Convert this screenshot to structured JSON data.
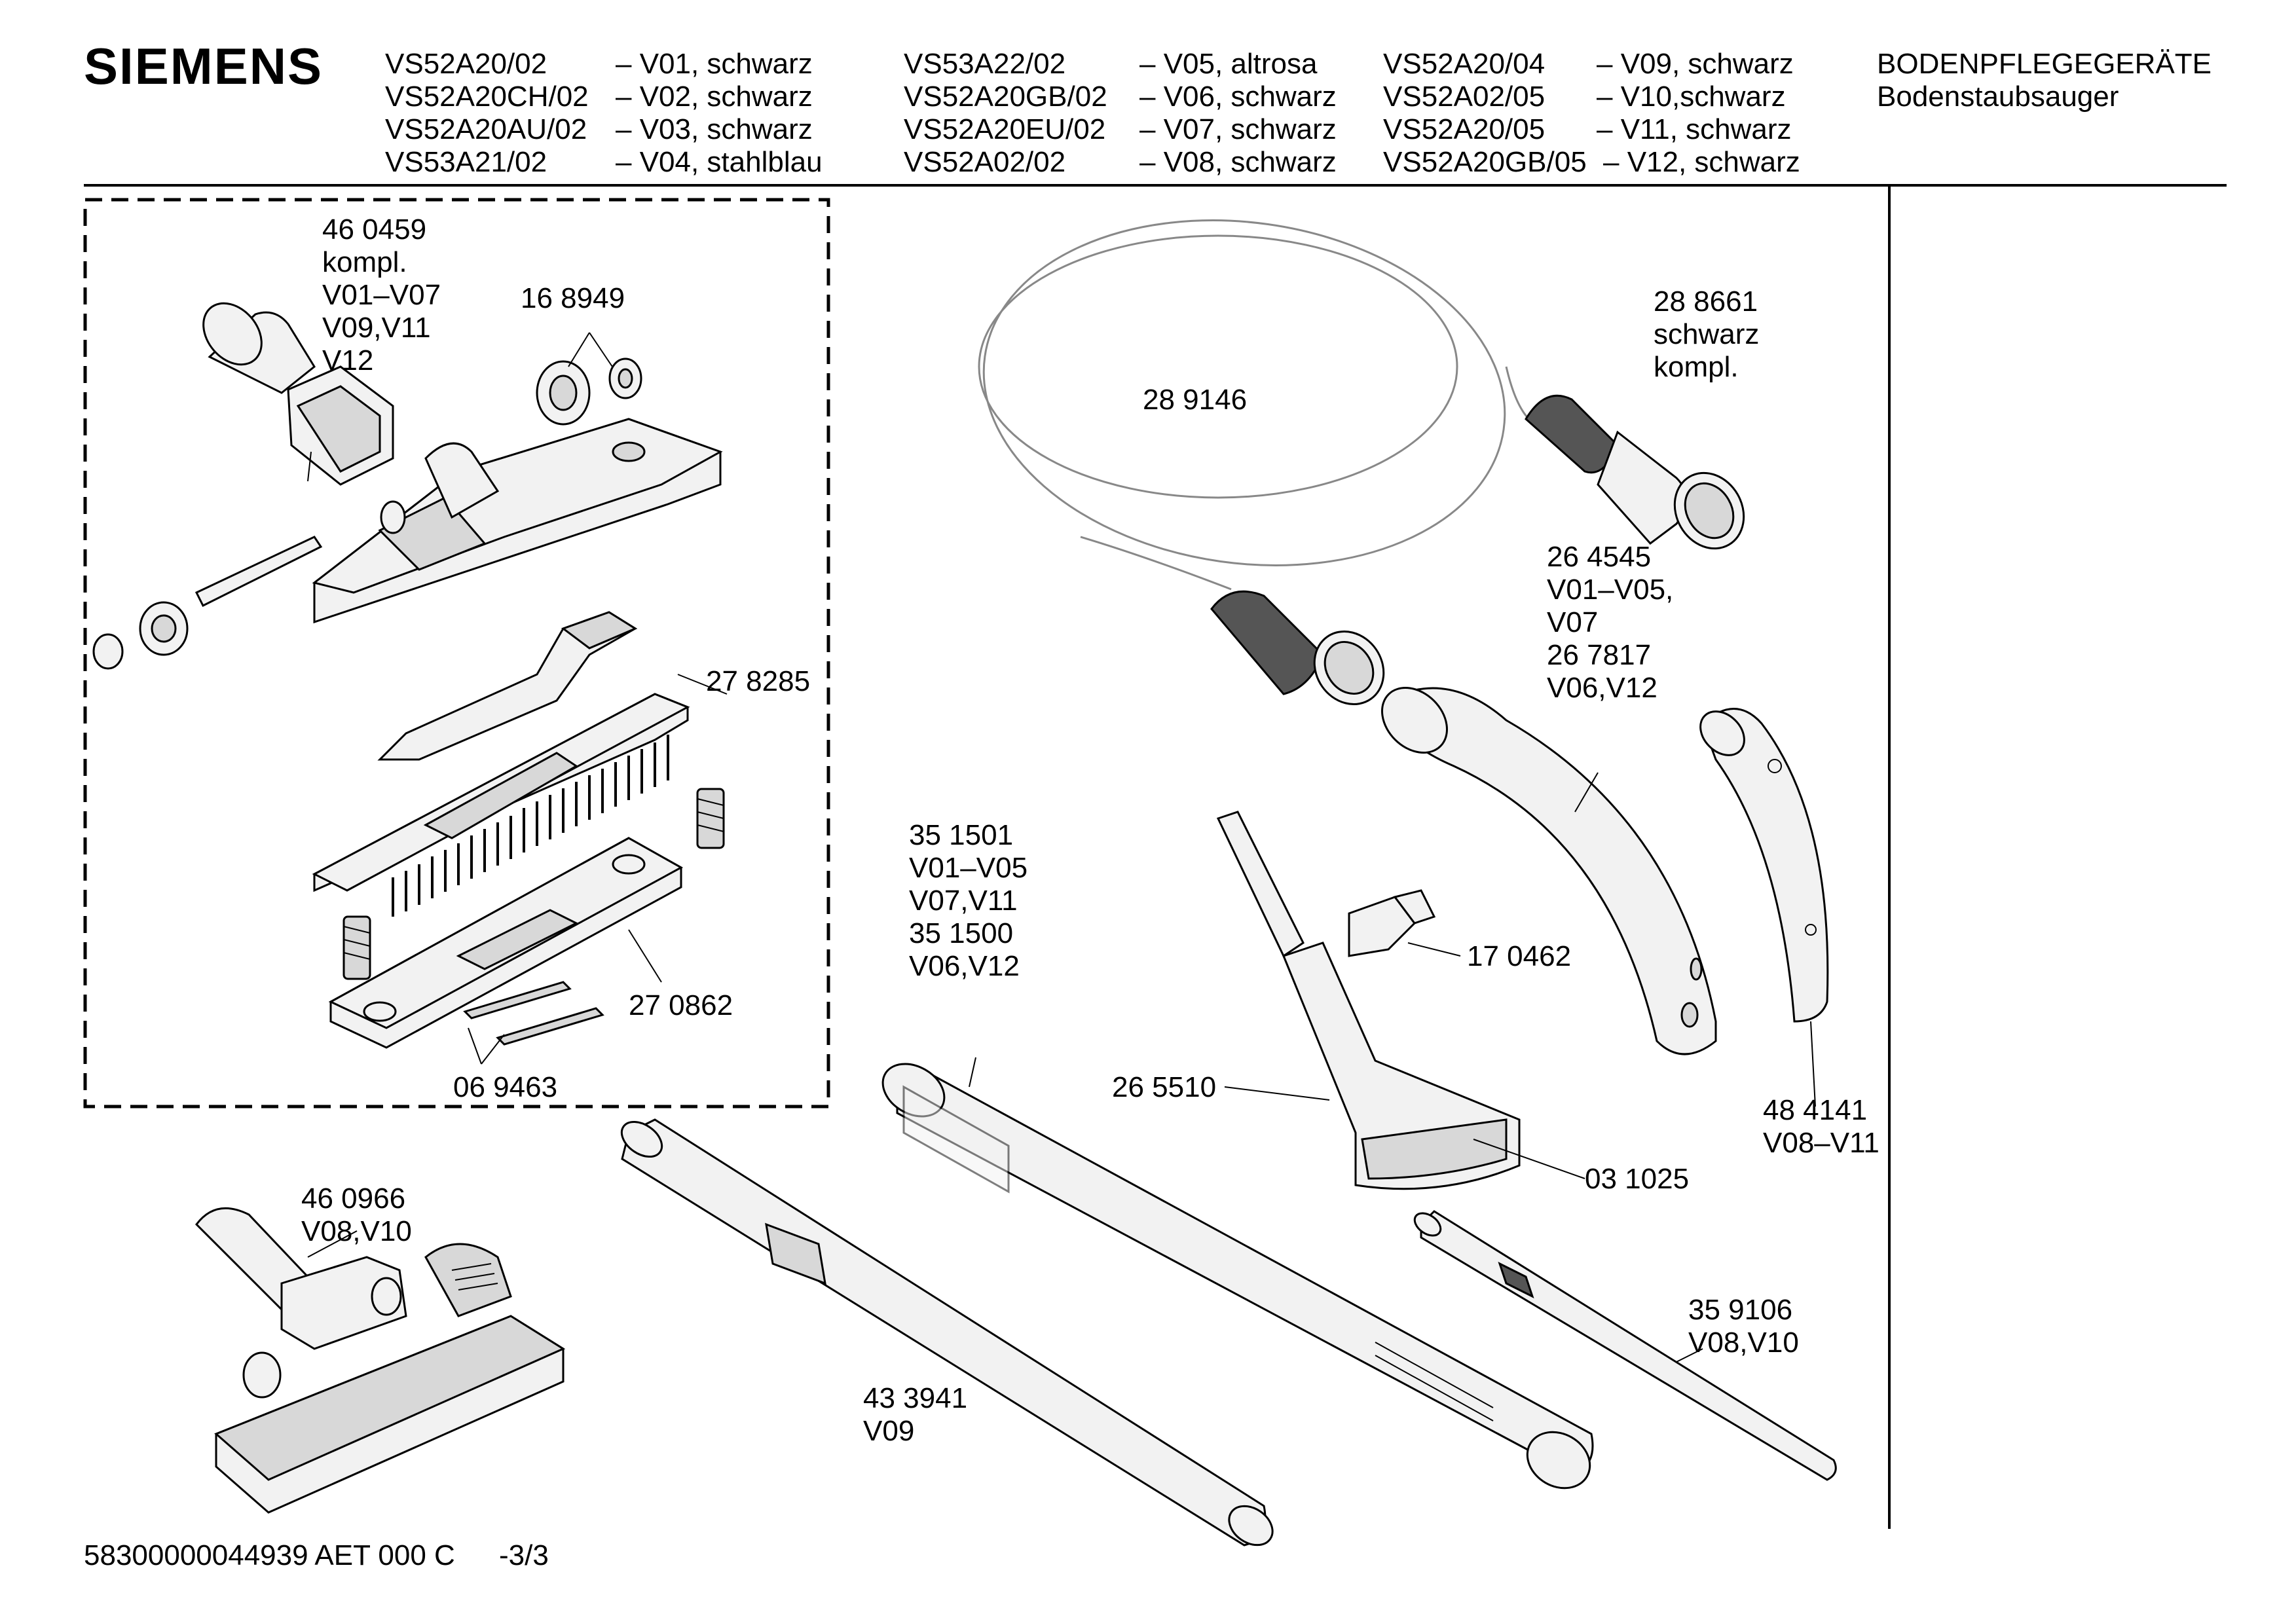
{
  "header": {
    "brand": "SIEMENS",
    "category": "BODENPFLEGEGERÄTE",
    "subcategory": "Bodenstaubsauger",
    "models": [
      {
        "model": "VS52A20/02",
        "variant": "– V01, schwarz"
      },
      {
        "model": "VS52A20CH/02",
        "variant": "– V02, schwarz"
      },
      {
        "model": "VS52A20AU/02",
        "variant": "– V03, schwarz"
      },
      {
        "model": "VS53A21/02",
        "variant": "– V04, stahlblau"
      },
      {
        "model": "VS53A22/02",
        "variant": "– V05, altrosa"
      },
      {
        "model": "VS52A20GB/02",
        "variant": "– V06, schwarz"
      },
      {
        "model": "VS52A20EU/02",
        "variant": "– V07, schwarz"
      },
      {
        "model": "VS52A02/02",
        "variant": "– V08, schwarz"
      },
      {
        "model": "VS52A20/04",
        "variant": "– V09, schwarz"
      },
      {
        "model": "VS52A02/05",
        "variant": "– V10,schwarz"
      },
      {
        "model": "VS52A20/05",
        "variant": "– V11, schwarz"
      },
      {
        "model": "VS52A20GB/05",
        "variant": "– V12, schwarz"
      }
    ]
  },
  "parts": {
    "floor_nozzle": {
      "number": "46 0459",
      "l1": "kompl.",
      "l2": "V01–V07",
      "l3": "V09,V11",
      "l4": "V12"
    },
    "wheels": {
      "number": "16 8949"
    },
    "sole_frame": {
      "number": "27 8285"
    },
    "sole_plate": {
      "number": "27 0862"
    },
    "felt_strip": {
      "number": "06 9463"
    },
    "hose_line": {
      "number": "28 9146"
    },
    "hose_complete": {
      "number": "28 8661",
      "l1": "schwarz",
      "l2": "kompl."
    },
    "handle": {
      "number": "26 4545",
      "l1": "V01–V05,",
      "l2": "V07",
      "l3": "26 7817",
      "l4": "V06,V12"
    },
    "tube": {
      "number": "35 1501",
      "l1": "V01–V05",
      "l2": "V07,V11",
      "l3": "35 1500",
      "l4": "V06,V12"
    },
    "clip": {
      "number": "17 0462"
    },
    "upholstery_nozzle": {
      "number": "26 5510"
    },
    "brush_insert": {
      "number": "03 1025"
    },
    "handle_small": {
      "number": "48 4141",
      "l1": "V08–V11"
    },
    "floor_nozzle_2": {
      "number": "46 0966",
      "l1": "V08,V10"
    },
    "tele_tube": {
      "number": "43 3941",
      "l1": "V09"
    },
    "tube_2": {
      "number": "35 9106",
      "l1": "V08,V10"
    }
  },
  "footer": {
    "doc_id": "58300000044939 AET 000 C",
    "page": "-3/3"
  }
}
